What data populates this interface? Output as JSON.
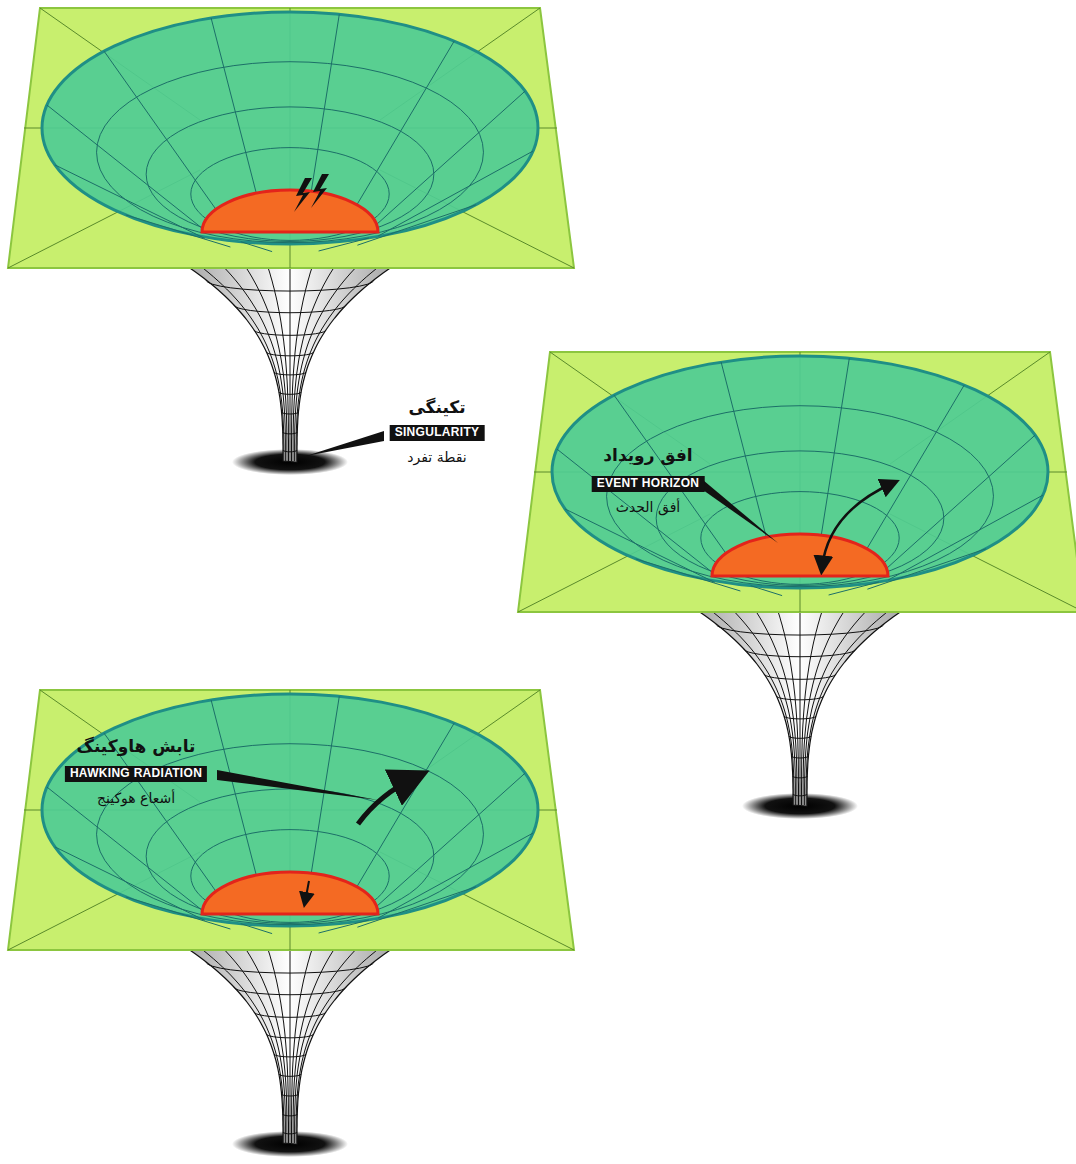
{
  "diagram": {
    "labels": [
      "تکینگی",
      "SINGULARITY",
      "نقطة تفرد",
      "افق رویداد",
      "EVENT HORIZON",
      "أفق الحدث",
      "تابش هاوکینگ",
      "HAWKING RADIATION",
      "أشعاع هوكينج"
    ]
  }
}
